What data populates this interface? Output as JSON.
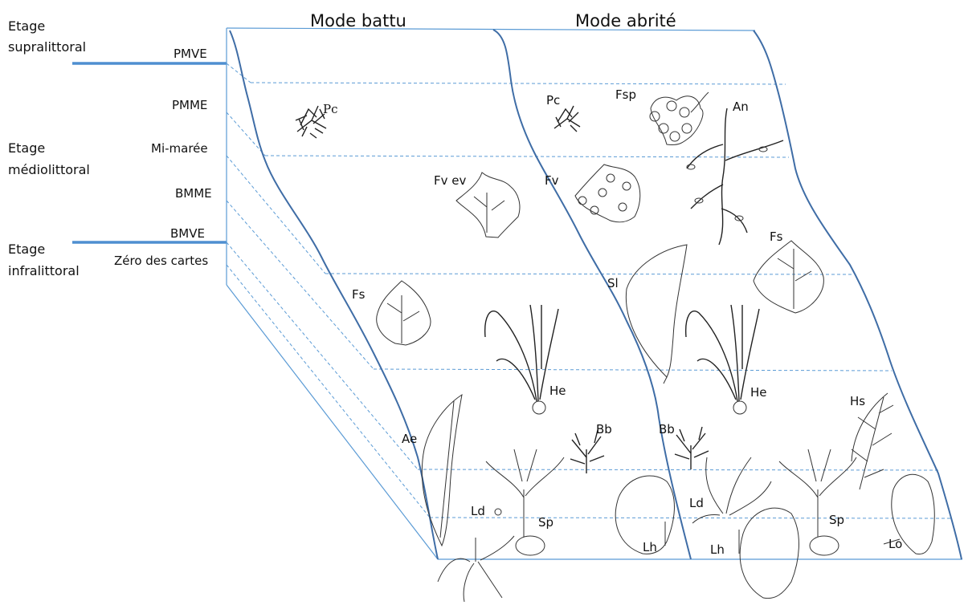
{
  "columns": {
    "exposed": "Mode battu",
    "sheltered": "Mode abrité"
  },
  "zones": {
    "supralittoral": [
      "Etage",
      "supralittoral"
    ],
    "mediolittoral": [
      "Etage",
      "médiolittoral"
    ],
    "infralittoral": [
      "Etage",
      "infralittoral"
    ]
  },
  "levels": {
    "pmve": "PMVE",
    "pmme": "PMME",
    "mid_tide": "Mi-marée",
    "bmme": "BMME",
    "bmve": "BMVE",
    "chart_datum": "Zéro des cartes"
  },
  "species": {
    "pc": "Pc",
    "fsp": "Fsp",
    "an": "An",
    "fv_ev": "Fv ev",
    "fv": "Fv",
    "fs": "Fs",
    "sl": "Sl",
    "he": "He",
    "ae": "Ae",
    "bb": "Bb",
    "hs": "Hs",
    "ld": "Ld",
    "sp": "Sp",
    "lh": "Lh",
    "lo": "Lo"
  },
  "colors": {
    "boundary": "#3f6da6",
    "frame": "#5b9bd5",
    "zone_bar": "#4f8fd0"
  }
}
